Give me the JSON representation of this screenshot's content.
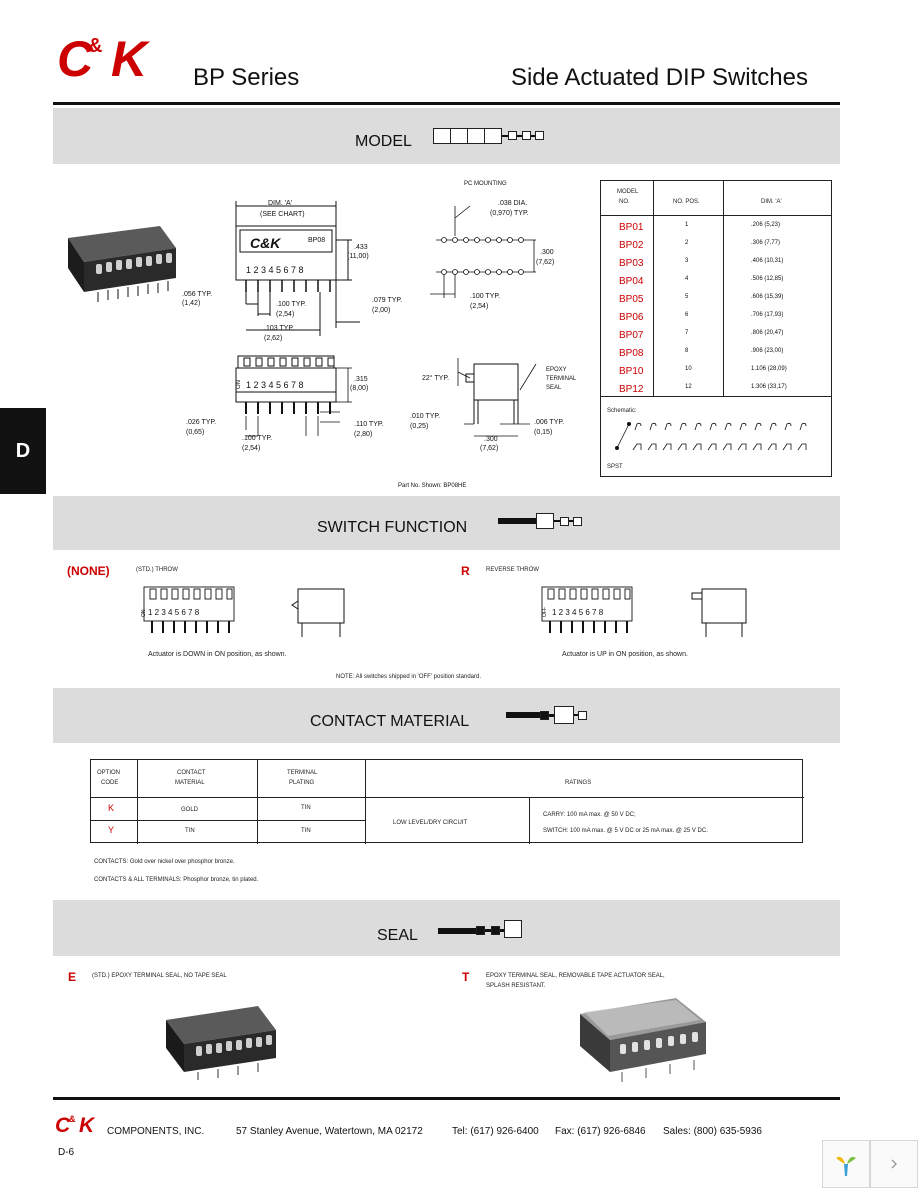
{
  "header": {
    "logo": "C&K",
    "series": "BP Series",
    "title": "Side Actuated DIP Switches"
  },
  "side_tab": "D",
  "sections": {
    "model": "MODEL",
    "switch_function": "SWITCH FUNCTION",
    "contact_material": "CONTACT MATERIAL",
    "seal": "SEAL"
  },
  "drawing": {
    "pc_mounting": "PC MOUNTING",
    "dim_a": "DIM. 'A'",
    "see_chart": "(SEE CHART)",
    "part_label": "BP08",
    "positions": "1 2 3 4 5 6 7 8",
    "d433": ".433",
    "d433mm": "(11,00)",
    "d056": ".056 TYP.",
    "d056mm": "(1,42)",
    "d100": ".100 TYP.",
    "d100mm": "(2,54)",
    "d079": ".079 TYP.",
    "d079mm": "(2,00)",
    "d103": ".103 TYP.",
    "d103mm": "(2,62)",
    "d038": ".038 DIA.",
    "d038mm": "(0,970) TYP.",
    "d300": ".300",
    "d300mm": "(7,62)",
    "d100b": ".100 TYP.",
    "d100bmm": "(2,54)",
    "on": "ON",
    "d315": ".315",
    "d315mm": "(8,00)",
    "d026": ".026 TYP.",
    "d026mm": "(0,65)",
    "d110": ".110 TYP.",
    "d110mm": "(2,80)",
    "d100c": ".100 TYP.",
    "d100cmm": "(2,54)",
    "d22": "22° TYP.",
    "epoxy": "EPOXY",
    "terminal": "TERMINAL",
    "seal": "SEAL",
    "d010": ".010 TYP.",
    "d010mm": "(0,25)",
    "d006": ".006 TYP.",
    "d006mm": "(0,15)",
    "d300b": ".300",
    "d300bmm": "(7,62)",
    "part_shown": "Part No. Shown: BP08HE"
  },
  "model_table": {
    "headers": [
      "MODEL",
      "NO.",
      "NO. POS.",
      "DIM. 'A'"
    ],
    "rows": [
      {
        "model": "BP01",
        "pos": "1",
        "dim": ".206 (5,23)"
      },
      {
        "model": "BP02",
        "pos": "2",
        "dim": ".306 (7,77)"
      },
      {
        "model": "BP03",
        "pos": "3",
        "dim": ".406 (10,31)"
      },
      {
        "model": "BP04",
        "pos": "4",
        "dim": ".506 (12,85)"
      },
      {
        "model": "BP05",
        "pos": "5",
        "dim": ".606 (15,39)"
      },
      {
        "model": "BP06",
        "pos": "6",
        "dim": ".706 (17,93)"
      },
      {
        "model": "BP07",
        "pos": "7",
        "dim": ".806 (20,47)"
      },
      {
        "model": "BP08",
        "pos": "8",
        "dim": ".906 (23,00)"
      },
      {
        "model": "BP10",
        "pos": "10",
        "dim": "1.106 (28,09)"
      },
      {
        "model": "BP12",
        "pos": "12",
        "dim": "1.306 (33,17)"
      }
    ],
    "schematic": "Schematic:",
    "spst": "SPST"
  },
  "switch_function": {
    "none_code": "(NONE)",
    "none_desc": "(STD.) THROW",
    "none_caption": "Actuator is DOWN in ON position, as shown.",
    "r_code": "R",
    "r_desc": "REVERSE THROW",
    "r_caption": "Actuator is UP in ON position, as shown.",
    "off_label": "OFF",
    "on_label": "ON",
    "note": "NOTE: All switches shipped in 'OFF' position standard."
  },
  "contact_table": {
    "headers": [
      [
        "OPTION",
        "CODE"
      ],
      [
        "CONTACT",
        "MATERIAL"
      ],
      [
        "TERMINAL",
        "PLATING"
      ],
      [
        "RATINGS"
      ]
    ],
    "rows": [
      {
        "code": "K",
        "material": "GOLD",
        "plating": "TIN"
      },
      {
        "code": "Y",
        "material": "TIN",
        "plating": "TIN"
      }
    ],
    "circuit": "LOW LEVEL/DRY CIRCUIT",
    "carry": "CARRY: 100 mA max. @ 50 V DC;",
    "switch": "SWITCH: 100 mA max. @ 5 V DC or 25 mA max. @ 25 V DC.",
    "note1": "CONTACTS: Gold over nickel over phosphor bronze.",
    "note2": "CONTACTS & ALL TERMINALS: Phosphor bronze, tin plated."
  },
  "seal": {
    "e_code": "E",
    "e_desc": "(STD.) EPOXY TERMINAL SEAL, NO TAPE SEAL",
    "t_code": "T",
    "t_desc1": "EPOXY TERMINAL SEAL, REMOVABLE TAPE ACTUATOR SEAL,",
    "t_desc2": "SPLASH RESISTANT."
  },
  "footer": {
    "company": "COMPONENTS, INC.",
    "address": "57 Stanley Avenue,  Watertown, MA 02172",
    "tel": "Tel: (617) 926-6400",
    "fax": "Fax: (617) 926-6846",
    "sales": "Sales: (800) 635-5936",
    "page": "D-6"
  },
  "colors": {
    "brand_red": "#cc0000",
    "band_gray": "#dcdcdc"
  },
  "icons": {
    "next": "chevron-right-icon",
    "viewer": "viewer-logo-icon"
  }
}
